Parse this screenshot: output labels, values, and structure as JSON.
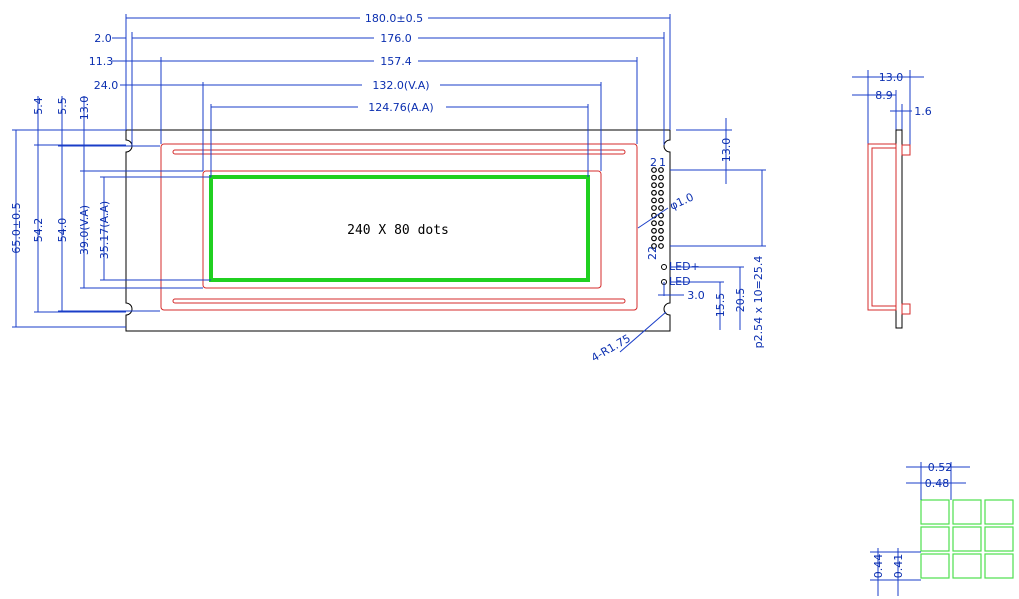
{
  "dimensions": {
    "top": {
      "overall_width": "180.0±0.5",
      "hole_pitch": "176.0",
      "hole_offset": "2.0",
      "bezel_width": "157.4",
      "bezel_offset": "11.3",
      "view_area_width": "132.0(V.A)",
      "view_area_offset": "24.0",
      "active_area_width": "124.76(A.A)"
    },
    "left": {
      "overall_height": "65.0±0.5",
      "bezel_height": "54.2",
      "glass_height": "54.0",
      "view_area_height": "39.0(V.A)",
      "active_area_height": "35.17(A.A)",
      "offset_5_4": "5.4",
      "offset_5_5": "5.5",
      "offset_13_0": "13.0"
    },
    "right": {
      "pin_top_offset": "13.0",
      "pin_hole": "φ1.0",
      "led_pin_spacing": "3.0",
      "dim_15_5": "15.5",
      "dim_20_5": "20.5",
      "pin_pitch": "p2.54 x 10=25.4",
      "mount_holes": "4-R1.75"
    },
    "side_view": {
      "total_thickness": "13.0",
      "body_thickness": "8.9",
      "pcb_thickness": "1.6"
    },
    "pixel_detail": {
      "dot_pitch_x": "0.52",
      "dot_width": "0.48",
      "dot_pitch_y": "0.44",
      "dot_height": "0.41"
    }
  },
  "labels": {
    "display_text": "240 X 80 dots",
    "pin_first_left": "2",
    "pin_first_right": "1",
    "pin_last": "22",
    "led_plus": "LED+",
    "led_minus": "LED-"
  }
}
